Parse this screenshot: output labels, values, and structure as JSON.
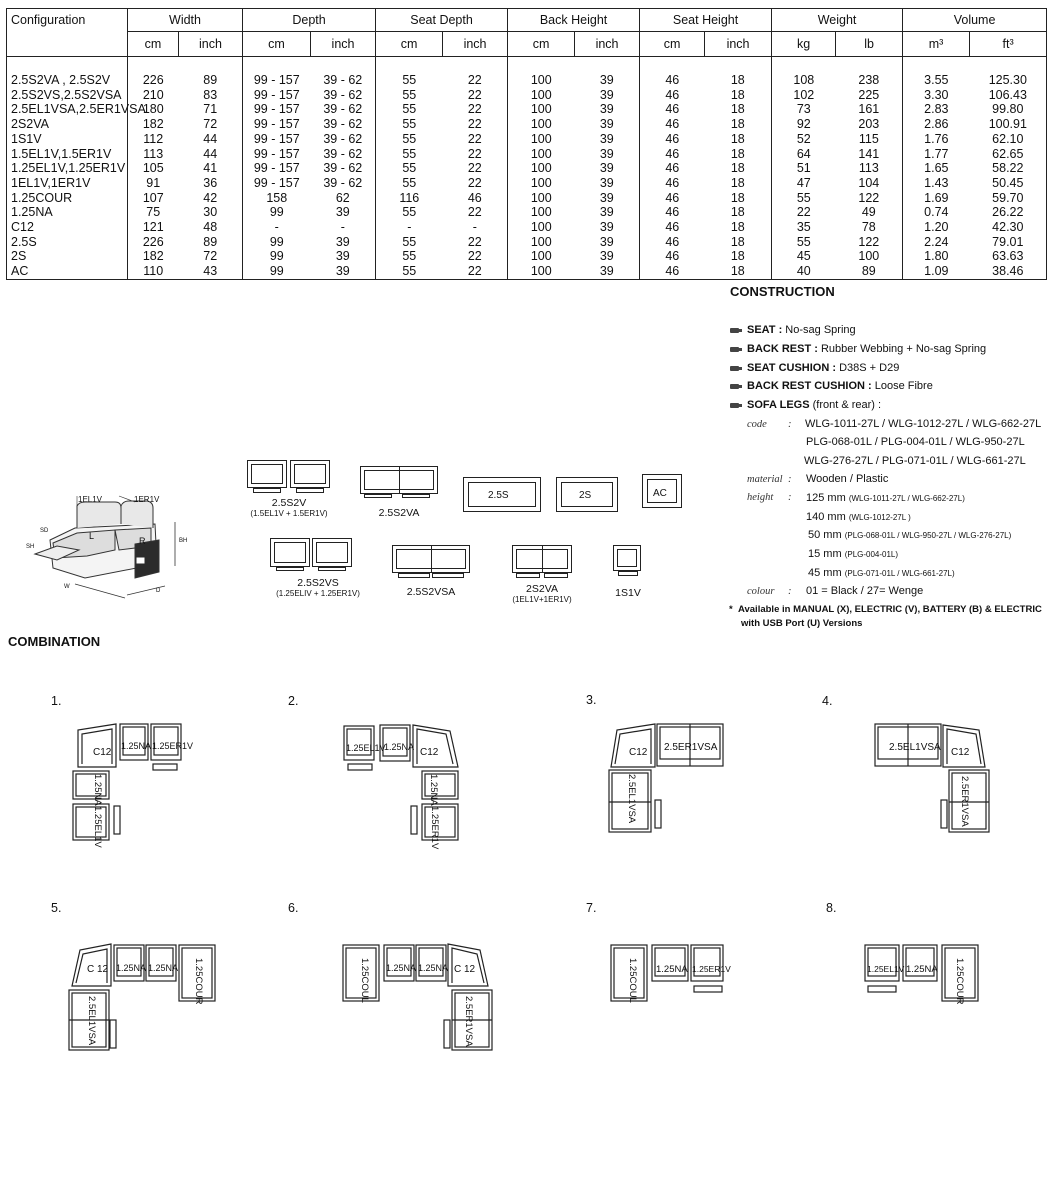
{
  "table": {
    "config_header": "Configuration",
    "groups": [
      "Width",
      "Depth",
      "Seat Depth",
      "Back Height",
      "Seat Height",
      "Weight",
      "Volume"
    ],
    "units": [
      "cm",
      "inch",
      "cm",
      "inch",
      "cm",
      "inch",
      "cm",
      "inch",
      "cm",
      "inch",
      "kg",
      "lb",
      "m³",
      "ft³"
    ],
    "rows": [
      [
        "2.5S2VA , 2.5S2V",
        "226",
        "89",
        "99 - 157",
        "39 - 62",
        "55",
        "22",
        "100",
        "39",
        "46",
        "18",
        "108",
        "238",
        "3.55",
        "125.30"
      ],
      [
        "2.5S2VS,2.5S2VSA",
        "210",
        "83",
        "99 - 157",
        "39 - 62",
        "55",
        "22",
        "100",
        "39",
        "46",
        "18",
        "102",
        "225",
        "3.30",
        "106.43"
      ],
      [
        "2.5EL1VSA,2.5ER1VSA",
        "180",
        "71",
        "99 - 157",
        "39 - 62",
        "55",
        "22",
        "100",
        "39",
        "46",
        "18",
        "73",
        "161",
        "2.83",
        "99.80"
      ],
      [
        "2S2VA",
        "182",
        "72",
        "99 - 157",
        "39 - 62",
        "55",
        "22",
        "100",
        "39",
        "46",
        "18",
        "92",
        "203",
        "2.86",
        "100.91"
      ],
      [
        "1S1V",
        "112",
        "44",
        "99 - 157",
        "39 - 62",
        "55",
        "22",
        "100",
        "39",
        "46",
        "18",
        "52",
        "115",
        "1.76",
        "62.10"
      ],
      [
        "1.5EL1V,1.5ER1V",
        "113",
        "44",
        "99 - 157",
        "39 - 62",
        "55",
        "22",
        "100",
        "39",
        "46",
        "18",
        "64",
        "141",
        "1.77",
        "62.65"
      ],
      [
        "1.25EL1V,1.25ER1V",
        "105",
        "41",
        "99 - 157",
        "39 - 62",
        "55",
        "22",
        "100",
        "39",
        "46",
        "18",
        "51",
        "113",
        "1.65",
        "58.22"
      ],
      [
        "1EL1V,1ER1V",
        "91",
        "36",
        "99 - 157",
        "39 - 62",
        "55",
        "22",
        "100",
        "39",
        "46",
        "18",
        "47",
        "104",
        "1.43",
        "50.45"
      ],
      [
        "1.25COUR",
        "107",
        "42",
        "158",
        "62",
        "116",
        "46",
        "100",
        "39",
        "46",
        "18",
        "55",
        "122",
        "1.69",
        "59.70"
      ],
      [
        "1.25NA",
        "75",
        "30",
        "99",
        "39",
        "55",
        "22",
        "100",
        "39",
        "46",
        "18",
        "22",
        "49",
        "0.74",
        "26.22"
      ],
      [
        "C12",
        "121",
        "48",
        "-",
        "-",
        "-",
        "-",
        "100",
        "39",
        "46",
        "18",
        "35",
        "78",
        "1.20",
        "42.30"
      ],
      [
        "2.5S",
        "226",
        "89",
        "99",
        "39",
        "55",
        "22",
        "100",
        "39",
        "46",
        "18",
        "55",
        "122",
        "2.24",
        "79.01"
      ],
      [
        "2S",
        "182",
        "72",
        "99",
        "39",
        "55",
        "22",
        "100",
        "39",
        "46",
        "18",
        "45",
        "100",
        "1.80",
        "63.63"
      ],
      [
        "AC",
        "110",
        "43",
        "99",
        "39",
        "55",
        "22",
        "100",
        "39",
        "46",
        "18",
        "40",
        "89",
        "1.09",
        "38.46"
      ]
    ]
  },
  "construction": {
    "title": "CONSTRUCTION",
    "items": [
      {
        "label": "SEAT :",
        "value": " No-sag Spring"
      },
      {
        "label": "BACK REST :",
        "value": " Rubber Webbing + No-sag Spring"
      },
      {
        "label": "SEAT CUSHION :",
        "value": " D38S + D29"
      },
      {
        "label": "BACK REST CUSHION :",
        "value": " Loose Fibre"
      },
      {
        "label": "SOFA LEGS",
        "value": " (front & rear) :"
      }
    ],
    "code_label": "code",
    "code_lines": [
      "WLG-1011-27L  /  WLG-1012-27L  /  WLG-662-27L",
      "PLG-068-01L / PLG-004-01L / WLG-950-27L",
      "WLG-276-27L / PLG-071-01L / WLG-661-27L"
    ],
    "material_label": "material",
    "material": "Wooden / Plastic",
    "height_label": "height",
    "heights": [
      {
        "v": "125 mm",
        "n": "(WLG-1011-27L / WLG-662-27L)"
      },
      {
        "v": "140 mm",
        "n": "(WLG-1012-27L )"
      },
      {
        "v": "50 mm",
        "n": "(PLG-068-01L / WLG-950-27L / WLG-276-27L)"
      },
      {
        "v": "15 mm",
        "n": "(PLG-004-01L)"
      },
      {
        "v": "45 mm",
        "n": "(PLG-071-01L / WLG-661-27L)"
      }
    ],
    "colour_label": "colour",
    "colour": "01 = Black / 27= Wenge",
    "note_star": "*",
    "note_line1": "Available in MANUAL (X), ELECTRIC (V), BATTERY (B) & ELECTRIC",
    "note_line2": "with USB Port (U) Versions"
  },
  "sofa_drawing": {
    "l1": "1EL1V",
    "l2": "1ER1V",
    "L": "L",
    "R": "R",
    "sd": "SD",
    "sh": "SH",
    "bh": "BH",
    "w": "W",
    "d": "D"
  },
  "models": {
    "m1": "2.5S2V",
    "m1s": "(1.5EL1V + 1.5ER1V)",
    "m2": "2.5S2VA",
    "m3": "2.5S",
    "m4": "2S",
    "m5": "AC",
    "m6": "2.5S2VS",
    "m6s": "(1.25ELIV + 1.25ER1V)",
    "m7": "2.5S2VSA",
    "m8": "2S2VA",
    "m8s": "(1EL1V+1ER1V)",
    "m9": "1S1V"
  },
  "combination": {
    "title": "COMBINATION",
    "numbers": [
      "1.",
      "2.",
      "3.",
      "4.",
      "5.",
      "6.",
      "7.",
      "8."
    ],
    "t": {
      "c12": "C12",
      "c12s": "C 12",
      "na": "1.25NA",
      "er": "1.25ER1V",
      "el": "1.25EL1V",
      "el2": "1.25EL1V",
      "er5": "1.25ER1V",
      "el5": "1.25EL1V",
      "v25na": "1.25NA",
      "v25el": "1.25EL1V",
      "v25er": "1.25ER1V",
      "s25er": "2.5ER1VSA",
      "s25el": "2.5EL1VSA",
      "v25el_vsa": "2.5EL1VSA",
      "v25er_vsa": "2.5ER1VSA",
      "cour": "1.25COUR",
      "coul": "1.25COUL",
      "coul2": "1.25COUL",
      "cour2": "1.25COUR",
      "cour8": "1.25COUR",
      "coul7": "1.25COUL"
    }
  }
}
